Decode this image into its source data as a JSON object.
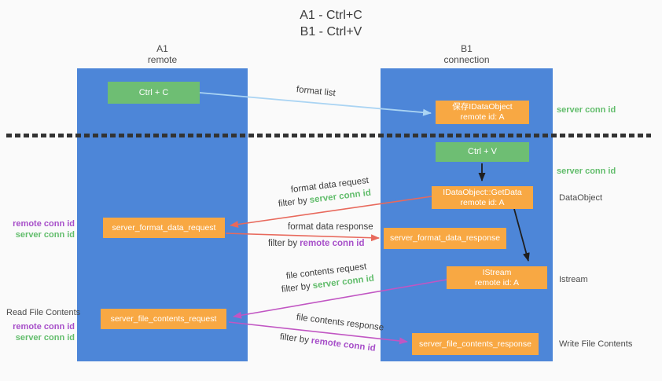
{
  "title": {
    "line1": "A1 - Ctrl+C",
    "line2": "B1 - Ctrl+V"
  },
  "columns": {
    "a1": {
      "name": "A1",
      "subtitle": "remote"
    },
    "b1": {
      "name": "B1",
      "subtitle": "connection"
    }
  },
  "boxes": {
    "ctrl_c": "Ctrl + C",
    "ctrl_v": "Ctrl + V",
    "save_idataobject": {
      "line1": "保存IDataObject",
      "line2": "remote id: A"
    },
    "getdata": {
      "line1": "IDataObject::GetData",
      "line2": "remote id: A"
    },
    "istream": {
      "line1": "IStream",
      "line2": "remote id: A"
    },
    "format_request": "server_format_data_request",
    "format_response": "server_format_data_response",
    "file_request": "server_file_contents_request",
    "file_response": "server_file_contents_response"
  },
  "flow_labels": {
    "format_list": "format list",
    "format_data_request": "format data request",
    "format_data_response": "format data response",
    "file_contents_request": "file contents request",
    "file_contents_response": "file contents response",
    "filter_by": "filter by",
    "server_conn_id": "server conn id",
    "remote_conn_id": "remote conn id"
  },
  "side_labels": {
    "server_conn_id_top": "server conn id",
    "server_conn_id_mid": "server conn id",
    "dataobject": "DataObject",
    "istream": "Istream",
    "write_file_contents": "Write File Contents",
    "read_file_contents": "Read File Contents",
    "remote_conn_id_left1": "remote conn id",
    "server_conn_id_left1": "server conn id",
    "remote_conn_id_left2": "remote conn id",
    "server_conn_id_left2": "server conn id"
  },
  "colors": {
    "column_blue": "#4d86d8",
    "box_green": "#6ebe73",
    "box_orange": "#f8a843",
    "accent_green": "#62bd6c",
    "accent_purple": "#a74fc9",
    "arrow_red": "#e8695c",
    "arrow_magenta": "#c156c3",
    "arrow_lightblue": "#aad4f3",
    "arrow_black": "#1f1f1f",
    "dotted_line": "#333333",
    "text_gray": "#404040",
    "background": "#fafafa"
  }
}
